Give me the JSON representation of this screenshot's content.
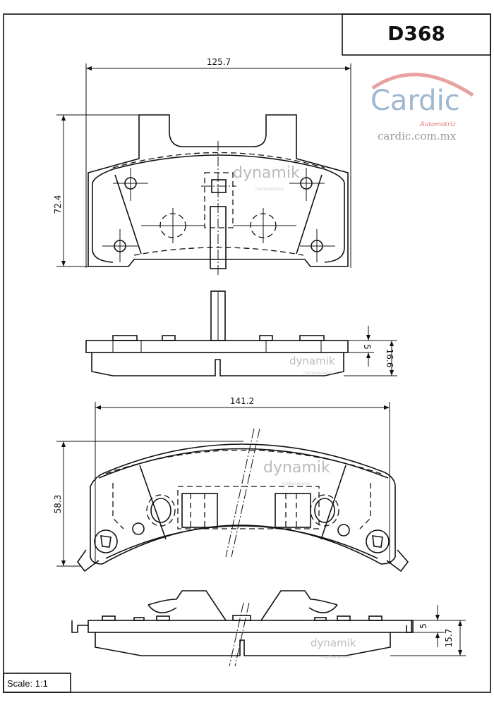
{
  "title": {
    "part_number": "D368"
  },
  "scale": {
    "label": "Scale: 1:1"
  },
  "brand": {
    "name": "Cardic",
    "subtitle": "Automotriz",
    "website": "cardic.com.mx",
    "colors": {
      "primary": "#9db8d0",
      "accent": "#e8a0a0"
    }
  },
  "watermark": {
    "name": "dynamik",
    "subtitle": "carboceramic"
  },
  "dimensions": {
    "top_view": {
      "width": "125.7",
      "height": "72.4"
    },
    "top_side_view": {
      "backing_thickness": "5",
      "total_thickness": "16.6"
    },
    "bottom_view": {
      "width": "141.2",
      "height": "58.3"
    },
    "bottom_side_view": {
      "backing_thickness": "5",
      "total_thickness": "15.7"
    }
  }
}
